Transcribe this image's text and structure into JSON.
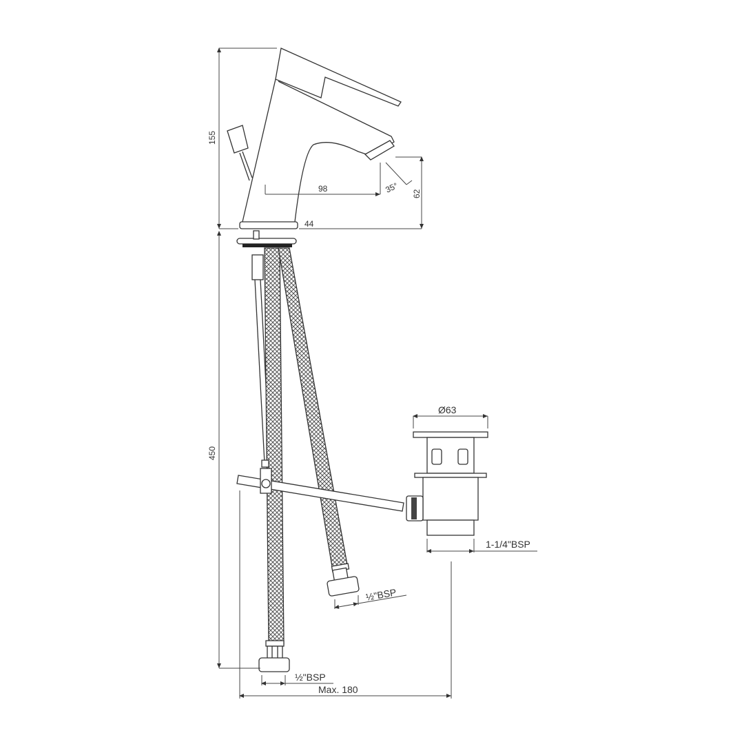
{
  "drawing": {
    "title": "Single lever basin mixer with pop-up waste - dimension drawing",
    "units": "mm",
    "dimensions": {
      "overall_height": "155",
      "spout_reach": "98",
      "spout_height": "62",
      "spout_angle": "35°",
      "base_diameter": "44",
      "hose_length": "450",
      "waste_diameter": "Ø63",
      "waste_thread": "1-1/4\"BSP",
      "hose_thread_1": "½\"BSP",
      "hose_thread_2": "½\"BSP",
      "max_width": "Max. 180"
    }
  }
}
